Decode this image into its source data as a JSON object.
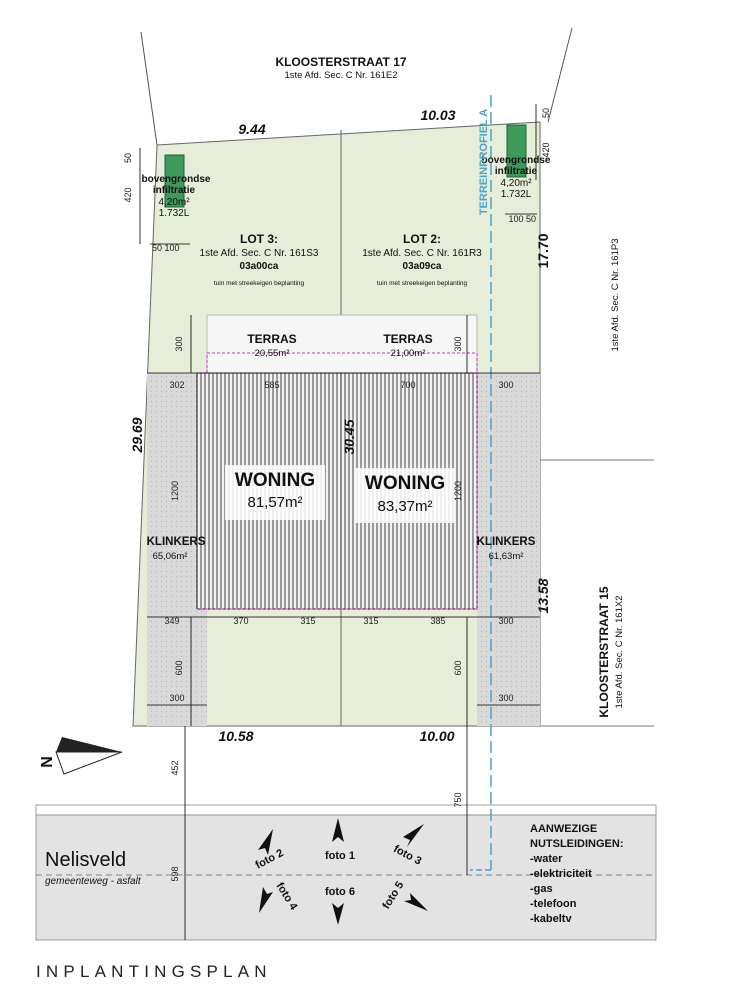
{
  "title": "INPLANTINGSPLAN",
  "neighbors": {
    "north": {
      "name": "KLOOSTERSTRAAT 17",
      "parcel": "1ste Afd. Sec. C Nr. 161E2"
    },
    "east_top": {
      "parcel": "1ste Afd. Sec. C Nr. 161P3"
    },
    "east_bottom": {
      "name": "KLOOSTERSTRAAT 15",
      "parcel": "1ste Afd. Sec. C Nr. 161X2"
    }
  },
  "lot3": {
    "title": "LOT 3:",
    "parcel": "1ste Afd. Sec. C Nr. 161S3",
    "area": "03a00ca",
    "garden": "tuin met streekeigen beplanting",
    "terrace": {
      "label": "TERRAS",
      "area": "20,55m²"
    },
    "house": {
      "label": "WONING",
      "area": "81,57m²"
    },
    "pavers": {
      "label": "KLINKERS",
      "area": "65,06m²"
    },
    "infiltration": {
      "line1": "bovengrondse",
      "line2": "infiltratie",
      "area": "4,20m²",
      "volume": "1.732L"
    }
  },
  "lot2": {
    "title": "LOT 2:",
    "parcel": "1ste Afd. Sec. C Nr. 161R3",
    "area": "03a09ca",
    "garden": "tuin met streekeigen beplanting",
    "terrace": {
      "label": "TERRAS",
      "area": "21,00m²"
    },
    "house": {
      "label": "WONING",
      "area": "83,37m²"
    },
    "pavers": {
      "label": "KLINKERS",
      "area": "61,63m²"
    },
    "infiltration": {
      "line1": "bovengrondse",
      "line2": "infiltratie",
      "area": "4,20m²",
      "volume": "1.732L"
    }
  },
  "profile_label": "TERREINPROFIEL A",
  "dimensions": {
    "top_left": "9.44",
    "top_right": "10.03",
    "left_side": "29.69",
    "middle": "30.45",
    "right_upper": "17.70",
    "right_lower": "13.58",
    "bottom_left": "10.58",
    "bottom_right": "10.00",
    "d50": "50",
    "d420": "420",
    "d100": "100",
    "d300": "300",
    "d302": "302",
    "d585": "585",
    "d700": "700",
    "d1200": "1200",
    "d349": "349",
    "d370": "370",
    "d315": "315",
    "d385": "385",
    "d600": "600",
    "d452": "452",
    "d750": "750",
    "d598": "598"
  },
  "north_arrow": "N",
  "road": {
    "name": "Nelisveld",
    "type": "gemeenteweg - asfalt"
  },
  "photos": [
    "foto 1",
    "foto 2",
    "foto 3",
    "foto 4",
    "foto 5",
    "foto 6"
  ],
  "utilities": {
    "title1": "AANWEZIGE",
    "title2": "NUTSLEIDINGEN:",
    "items": [
      "-water",
      "-elektriciteit",
      "-gas",
      "-telefoon",
      "-kabeltv"
    ]
  },
  "colors": {
    "plot": "#e6edd9",
    "paving": "#d9d9d9",
    "road": "#e3e3e3",
    "hedge": "#3d9a5a",
    "terrace_outline": "#d033c8",
    "profile": "#4fa3c7"
  }
}
